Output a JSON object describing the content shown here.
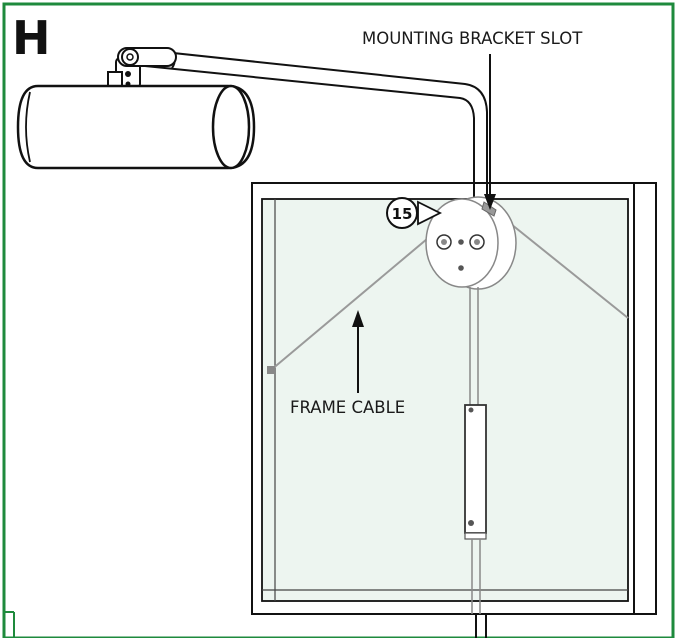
{
  "panel": {
    "letter": "H",
    "border_color": "#1e8a3c"
  },
  "labels": {
    "mounting_bracket_slot": "MOUNTING BRACKET SLOT",
    "frame_cable": "FRAME CABLE"
  },
  "step": {
    "number": "15"
  },
  "colors": {
    "outline": "#111111",
    "glass_tint": "#edf5f0",
    "cable": "#9a9a9a"
  }
}
